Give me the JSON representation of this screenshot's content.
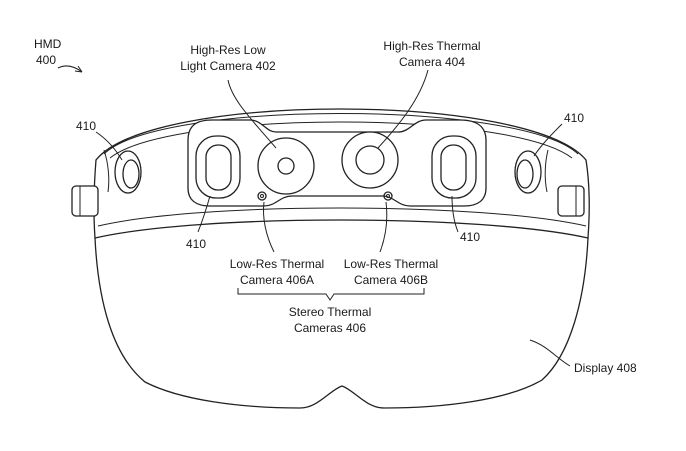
{
  "labels": {
    "hmd_name": "HMD",
    "hmd_ref": "400",
    "hires_lowlight_l1": "High-Res Low",
    "hires_lowlight_l2": "Light Camera 402",
    "hires_thermal_l1": "High-Res Thermal",
    "hires_thermal_l2": "Camera 404",
    "ref_410": "410",
    "lowres_a_l1": "Low-Res Thermal",
    "lowres_a_l2": "Camera 406A",
    "lowres_b_l1": "Low-Res Thermal",
    "lowres_b_l2": "Camera 406B",
    "stereo_l1": "Stereo Thermal",
    "stereo_l2": "Cameras 406",
    "display": "Display 408"
  }
}
